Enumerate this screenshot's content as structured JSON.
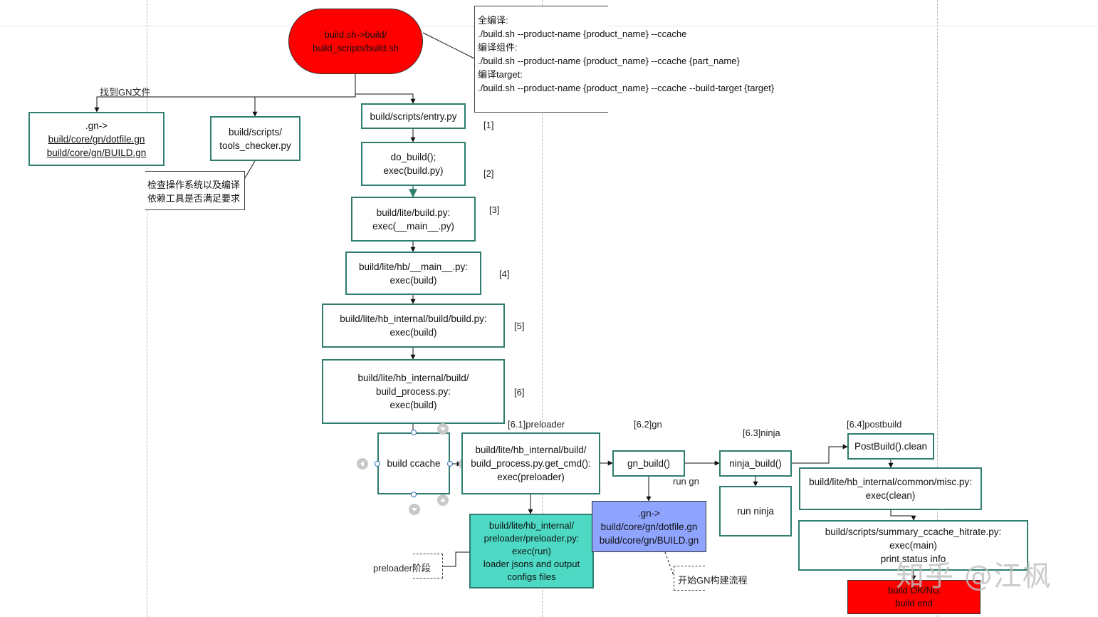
{
  "terminal": {
    "line1": "build.sh->build/",
    "line2": "build_scripts/build.sh"
  },
  "usage_note": {
    "lines": [
      "全编译:",
      "./build.sh --product-name {product_name} --ccache",
      "编译组件:",
      "./build.sh --product-name {product_name} --ccache {part_name}",
      "编译target:",
      "./build.sh --product-name {product_name} --ccache --build-target  {target}"
    ]
  },
  "find_gn_label": "找到GN文件",
  "gn_box": {
    "line1": ".gn->",
    "line2": "build/core/gn/dotfile.gn",
    "line3": "build/core/gn/BUILD.gn"
  },
  "tools_checker": {
    "line1": "build/scripts/",
    "line2": "tools_checker.py"
  },
  "tools_note": {
    "line1": "检查操作系统以及编译",
    "line2": "依赖工具是否满足要求"
  },
  "steps": [
    {
      "id": "1",
      "lines": [
        "build/scripts/entry.py"
      ],
      "tag": "[1]"
    },
    {
      "id": "2",
      "lines": [
        "do_build();",
        "exec(build.py)"
      ],
      "tag": "[2]"
    },
    {
      "id": "3",
      "lines": [
        "build/lite/build.py:",
        "exec(__main__.py)"
      ],
      "tag": "[3]"
    },
    {
      "id": "4",
      "lines": [
        "build/lite/hb/__main__.py:",
        "exec(build)"
      ],
      "tag": "[4]"
    },
    {
      "id": "5",
      "lines": [
        "build/lite/hb_internal/build/build.py:",
        "exec(build)"
      ],
      "tag": "[5]"
    },
    {
      "id": "6",
      "lines": [
        "build/lite/hb_internal/build/",
        "build_process.py:",
        "exec(build)"
      ],
      "tag": "[6]"
    }
  ],
  "ccache": {
    "label": "build ccache"
  },
  "preloader": {
    "tag": "[6.1]preloader",
    "box_lines": [
      "build/lite/hb_internal/build/",
      "build_process.py.get_cmd():",
      "exec(preloader)"
    ],
    "detail_lines": [
      "build/lite/hb_internal/",
      "preloader/preloader.py:",
      "exec(run)",
      "loader jsons and output",
      "configs files"
    ],
    "stage_label": "preloader阶段"
  },
  "gn": {
    "tag": "[6.2]gn",
    "box_label": "gn_build()",
    "run_label": "run gn",
    "detail_lines": [
      ".gn->",
      "build/core/gn/dotfile.gn",
      "build/core/gn/BUILD.gn"
    ],
    "start_label": "开始GN构建流程"
  },
  "ninja": {
    "tag": "[6.3]ninja",
    "box_label": "ninja_build()",
    "run_label": "run ninja"
  },
  "postbuild": {
    "tag": "[6.4]postbuild",
    "clean_label": "PostBuild().clean",
    "misc_lines": [
      "build/lite/hb_internal/common/misc.py:",
      "exec(clean)"
    ],
    "summary_lines": [
      "build/scripts/summary_ccache_hitrate.py:",
      "exec(main)",
      "print status info"
    ],
    "end_lines": [
      "build OK/NG",
      "build end"
    ]
  },
  "watermark": "知乎 @江枫",
  "colors": {
    "border": "#2e7d6e",
    "red": "#ff0000",
    "teal_fill": "#4dd9c4",
    "blue_fill": "#8fa4ff"
  }
}
